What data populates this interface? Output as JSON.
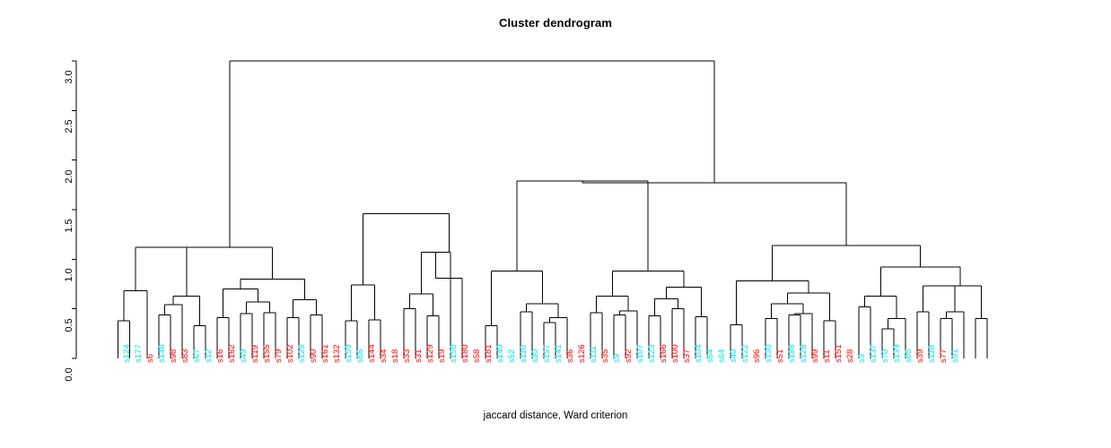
{
  "title": "Cluster dendrogram",
  "xlabel": "jaccard distance, Ward criterion",
  "ylabel": "",
  "colors": {
    "axis": "#000000",
    "branch": "#000000",
    "group_a": "#00e5ee",
    "group_b": "#ff0000",
    "background": "#ffffff"
  },
  "chart_data": {
    "type": "dendrogram",
    "title": "Cluster dendrogram",
    "xlabel": "jaccard distance, Ward criterion",
    "ylabel": "",
    "ylim": [
      0.0,
      3.0
    ],
    "yticks": [
      0.0,
      0.5,
      1.0,
      1.5,
      2.0,
      2.5,
      3.0
    ],
    "ytick_labels": [
      "0.0",
      "0.5",
      "1.0",
      "1.5",
      "2.0",
      "2.5",
      "3.0"
    ],
    "grid": false,
    "legend": "none",
    "n_leaves": 77,
    "leaf_labels": [
      "s124",
      "s177",
      "s6",
      "s148",
      "s98",
      "s83",
      "s67",
      "s12",
      "s16",
      "s162",
      "s49",
      "s119",
      "s155",
      "s79",
      "s102",
      "s125",
      "s90",
      "s161",
      "s132",
      "s159",
      "s66",
      "s144",
      "s34",
      "s18",
      "s33",
      "s31",
      "s129",
      "s19",
      "s158",
      "s180",
      "s58",
      "s181",
      "s140",
      "s52",
      "s110",
      "s30",
      "s157",
      "s141",
      "s36",
      "s126",
      "s111",
      "s35",
      "s9",
      "s92",
      "s107",
      "s123",
      "s166",
      "s100",
      "s37",
      "s104",
      "s54",
      "s64",
      "s40",
      "s122",
      "s96",
      "s130",
      "s51",
      "s188",
      "s128",
      "s99",
      "s11",
      "s151",
      "s28",
      "s3",
      "s137",
      "s70",
      "s139",
      "s85",
      "s39",
      "s118",
      "s77",
      "s91"
    ],
    "leaf_colors": [
      "cyan",
      "cyan",
      "red",
      "cyan",
      "red",
      "red",
      "cyan",
      "cyan",
      "red",
      "red",
      "cyan",
      "red",
      "red",
      "red",
      "red",
      "cyan",
      "red",
      "red",
      "red",
      "cyan",
      "cyan",
      "red",
      "red",
      "red",
      "red",
      "red",
      "red",
      "red",
      "cyan",
      "red",
      "red",
      "red",
      "cyan",
      "cyan",
      "cyan",
      "cyan",
      "cyan",
      "cyan",
      "red",
      "red",
      "cyan",
      "red",
      "cyan",
      "red",
      "cyan",
      "cyan",
      "red",
      "red",
      "red",
      "cyan",
      "cyan",
      "cyan",
      "cyan",
      "cyan",
      "red",
      "cyan",
      "red",
      "cyan",
      "cyan",
      "red",
      "red",
      "red",
      "red",
      "cyan",
      "cyan",
      "cyan",
      "cyan",
      "cyan",
      "red",
      "cyan",
      "red",
      "cyan"
    ],
    "merges": [
      {
        "x1": 131.5,
        "x2": 144.5,
        "h1": 0.0,
        "h2": 0.0,
        "height": 0.38
      },
      {
        "x1": 138.0,
        "x2": 164.0,
        "h1": 0.38,
        "h2": 0.0,
        "height": 0.68
      },
      {
        "x1": 177.0,
        "x2": 190.0,
        "h1": 0.0,
        "h2": 0.0,
        "height": 0.44
      },
      {
        "x1": 183.5,
        "x2": 203.0,
        "h1": 0.44,
        "h2": 0.0,
        "height": 0.54
      },
      {
        "x1": 216.0,
        "x2": 229.0,
        "h1": 0.0,
        "h2": 0.0,
        "height": 0.33
      },
      {
        "x1": 193.2,
        "x2": 222.5,
        "h1": 0.54,
        "h2": 0.33,
        "height": 0.63
      },
      {
        "x1": 151.0,
        "x2": 207.9,
        "h1": 0.68,
        "h2": 0.63,
        "height": 1.12
      },
      {
        "x1": 242.0,
        "x2": 255.0,
        "h1": 0.0,
        "h2": 0.0,
        "height": 0.41
      },
      {
        "x1": 268.0,
        "x2": 281.0,
        "h1": 0.0,
        "h2": 0.0,
        "height": 0.45
      },
      {
        "x1": 294.0,
        "x2": 307.0,
        "h1": 0.0,
        "h2": 0.0,
        "height": 0.46
      },
      {
        "x1": 274.5,
        "x2": 300.5,
        "h1": 0.45,
        "h2": 0.46,
        "height": 0.57
      },
      {
        "x1": 248.5,
        "x2": 287.5,
        "h1": 0.41,
        "h2": 0.57,
        "height": 0.7
      },
      {
        "x1": 320.0,
        "x2": 333.0,
        "h1": 0.0,
        "h2": 0.0,
        "height": 0.41
      },
      {
        "x1": 346.0,
        "x2": 359.0,
        "h1": 0.0,
        "h2": 0.0,
        "height": 0.44
      },
      {
        "x1": 326.5,
        "x2": 352.5,
        "h1": 0.41,
        "h2": 0.44,
        "height": 0.59
      },
      {
        "x1": 268.0,
        "x2": 339.5,
        "h1": 0.7,
        "h2": 0.59,
        "height": 0.8
      },
      {
        "x1": 207.9,
        "x2": 303.7,
        "h1": 1.12,
        "h2": 0.8,
        "height": 1.12
      },
      {
        "x1": 385.0,
        "x2": 398.0,
        "h1": 0.0,
        "h2": 0.0,
        "height": 0.38
      },
      {
        "x1": 411.0,
        "x2": 424.0,
        "h1": 0.0,
        "h2": 0.0,
        "height": 0.39
      },
      {
        "x1": 391.5,
        "x2": 417.5,
        "h1": 0.38,
        "h2": 0.39,
        "height": 0.74
      },
      {
        "x1": 450.0,
        "x2": 463.0,
        "h1": 0.0,
        "h2": 0.0,
        "height": 0.5
      },
      {
        "x1": 476.0,
        "x2": 489.0,
        "h1": 0.0,
        "h2": 0.0,
        "height": 0.43
      },
      {
        "x1": 456.5,
        "x2": 482.5,
        "h1": 0.5,
        "h2": 0.43,
        "height": 0.65
      },
      {
        "x1": 469.5,
        "x2": 502.0,
        "h1": 0.65,
        "h2": 0.0,
        "height": 1.07
      },
      {
        "x1": 485.7,
        "x2": 515.0,
        "h1": 1.07,
        "h2": 0.0,
        "height": 0.81
      },
      {
        "x1": 404.5,
        "x2": 500.4,
        "h1": 0.74,
        "h2": 1.07,
        "height": 1.46
      },
      {
        "x1": 541.0,
        "x2": 554.0,
        "h1": 0.0,
        "h2": 0.0,
        "height": 0.33
      },
      {
        "x1": 580.0,
        "x2": 593.0,
        "h1": 0.0,
        "h2": 0.0,
        "height": 0.47
      },
      {
        "x1": 606.0,
        "x2": 619.0,
        "h1": 0.0,
        "h2": 0.0,
        "height": 0.36
      },
      {
        "x1": 612.5,
        "x2": 632.0,
        "h1": 0.36,
        "h2": 0.0,
        "height": 0.41
      },
      {
        "x1": 586.5,
        "x2": 622.2,
        "h1": 0.47,
        "h2": 0.41,
        "height": 0.55
      },
      {
        "x1": 547.5,
        "x2": 604.3,
        "h1": 0.33,
        "h2": 0.55,
        "height": 0.88
      },
      {
        "x1": 658.0,
        "x2": 671.0,
        "h1": 0.0,
        "h2": 0.0,
        "height": 0.46
      },
      {
        "x1": 684.0,
        "x2": 697.0,
        "h1": 0.0,
        "h2": 0.0,
        "height": 0.44
      },
      {
        "x1": 690.5,
        "x2": 710.0,
        "h1": 0.44,
        "h2": 0.0,
        "height": 0.48
      },
      {
        "x1": 664.5,
        "x2": 700.2,
        "h1": 0.46,
        "h2": 0.48,
        "height": 0.63
      },
      {
        "x1": 723.0,
        "x2": 736.0,
        "h1": 0.0,
        "h2": 0.0,
        "height": 0.43
      },
      {
        "x1": 749.0,
        "x2": 762.0,
        "h1": 0.0,
        "h2": 0.0,
        "height": 0.5
      },
      {
        "x1": 729.5,
        "x2": 755.5,
        "h1": 0.43,
        "h2": 0.5,
        "height": 0.6
      },
      {
        "x1": 775.0,
        "x2": 788.0,
        "h1": 0.0,
        "h2": 0.0,
        "height": 0.42
      },
      {
        "x1": 742.5,
        "x2": 781.5,
        "h1": 0.6,
        "h2": 0.42,
        "height": 0.72
      },
      {
        "x1": 682.3,
        "x2": 762.0,
        "h1": 0.63,
        "h2": 0.72,
        "height": 0.88
      },
      {
        "x1": 576.0,
        "x2": 722.1,
        "h1": 0.88,
        "h2": 0.88,
        "height": 1.79
      },
      {
        "x1": 814.0,
        "x2": 827.0,
        "h1": 0.0,
        "h2": 0.0,
        "height": 0.34
      },
      {
        "x1": 853.0,
        "x2": 866.0,
        "h1": 0.0,
        "h2": 0.0,
        "height": 0.4
      },
      {
        "x1": 879.0,
        "x2": 892.0,
        "h1": 0.0,
        "h2": 0.0,
        "height": 0.44
      },
      {
        "x1": 885.5,
        "x2": 905.0,
        "h1": 0.44,
        "h2": 0.0,
        "height": 0.45
      },
      {
        "x1": 859.5,
        "x2": 895.2,
        "h1": 0.4,
        "h2": 0.45,
        "height": 0.55
      },
      {
        "x1": 918.0,
        "x2": 931.0,
        "h1": 0.0,
        "h2": 0.0,
        "height": 0.38
      },
      {
        "x1": 877.3,
        "x2": 924.5,
        "h1": 0.55,
        "h2": 0.38,
        "height": 0.66
      },
      {
        "x1": 820.5,
        "x2": 900.9,
        "h1": 0.34,
        "h2": 0.66,
        "height": 0.78
      },
      {
        "x1": 957.0,
        "x2": 970.0,
        "h1": 0.0,
        "h2": 0.0,
        "height": 0.52
      },
      {
        "x1": 983.0,
        "x2": 996.0,
        "h1": 0.0,
        "h2": 0.0,
        "height": 0.3
      },
      {
        "x1": 989.5,
        "x2": 1009.0,
        "h1": 0.3,
        "h2": 0.0,
        "height": 0.4
      },
      {
        "x1": 963.5,
        "x2": 999.2,
        "h1": 0.52,
        "h2": 0.4,
        "height": 0.63
      },
      {
        "x1": 1022.0,
        "x2": 1035.0,
        "h1": 0.0,
        "h2": 0.0,
        "height": 0.47
      },
      {
        "x1": 1048.0,
        "x2": 1061.0,
        "h1": 0.0,
        "h2": 0.0,
        "height": 0.4
      },
      {
        "x1": 1054.5,
        "x2": 1074.0,
        "h1": 0.4,
        "h2": 0.0,
        "height": 0.47
      },
      {
        "x1": 1028.5,
        "x2": 1064.2,
        "h1": 0.47,
        "h2": 0.47,
        "height": 0.73
      },
      {
        "x1": 1087.0,
        "x2": 1100.0,
        "h1": 0.0,
        "h2": 0.0,
        "height": 0.4
      },
      {
        "x1": 1046.3,
        "x2": 1093.5,
        "h1": 0.73,
        "h2": 0.4,
        "height": 0.73
      },
      {
        "x1": 981.4,
        "x2": 1069.9,
        "h1": 0.63,
        "h2": 0.73,
        "height": 0.92
      },
      {
        "x1": 860.7,
        "x2": 1025.6,
        "h1": 0.78,
        "h2": 0.92,
        "height": 1.14
      },
      {
        "x1": 649.0,
        "x2": 943.2,
        "h1": 1.79,
        "h2": 1.14,
        "height": 1.77
      },
      {
        "x1": 255.8,
        "x2": 796.1,
        "h1": 1.12,
        "h2": 1.77,
        "height": 3.0
      }
    ]
  }
}
